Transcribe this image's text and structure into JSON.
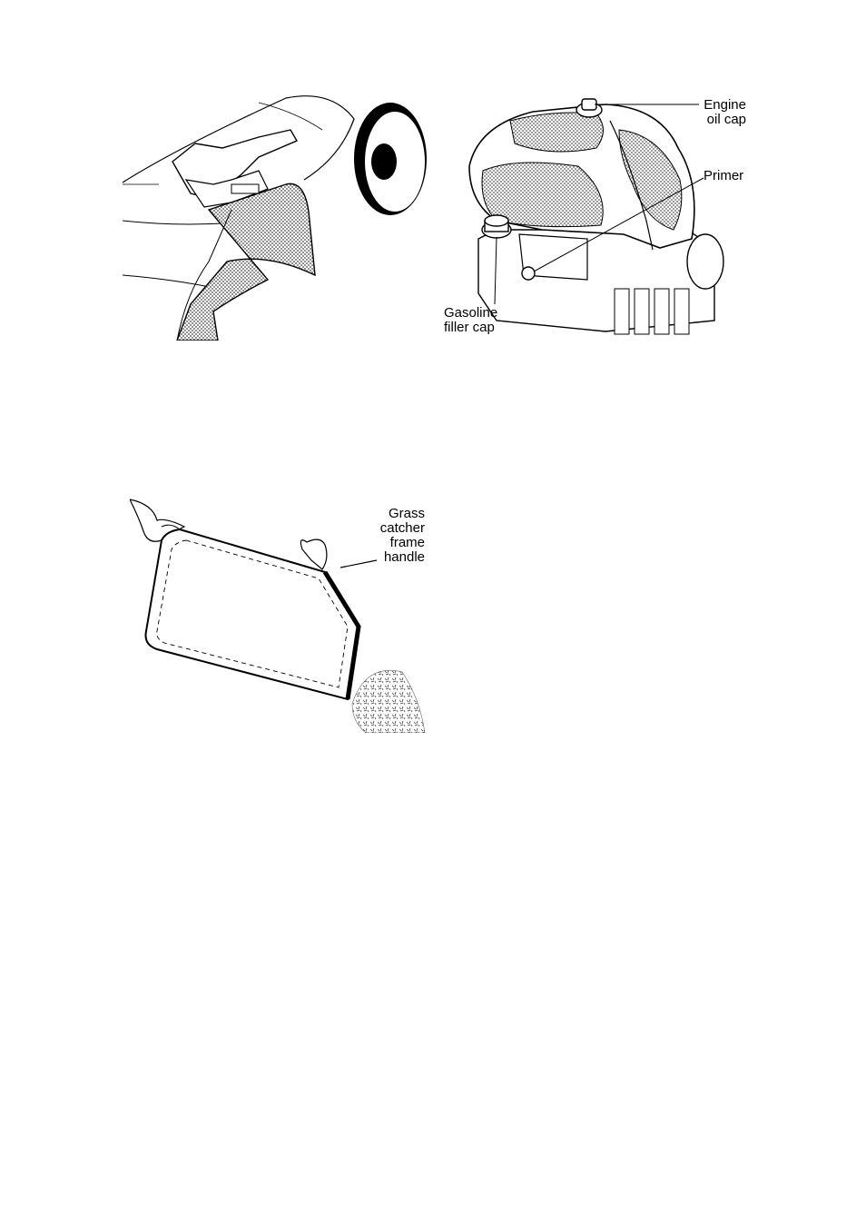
{
  "figures": {
    "chute": {},
    "engine": {
      "labels": {
        "oil_cap": [
          "Engine",
          "oil cap"
        ],
        "primer": [
          "Primer"
        ],
        "gas_cap": [
          "Gasoline",
          "filler cap"
        ]
      }
    },
    "catcher": {
      "labels": {
        "frame_handle": [
          "Grass",
          "catcher",
          "frame",
          "handle"
        ]
      }
    }
  }
}
